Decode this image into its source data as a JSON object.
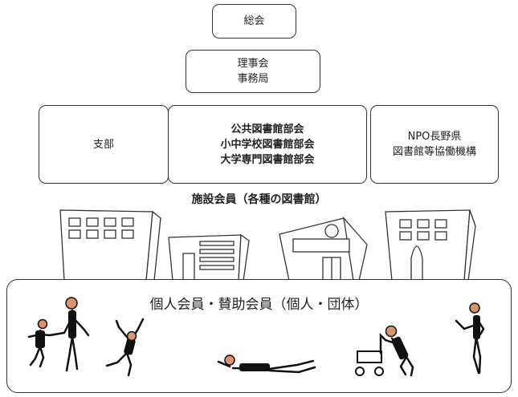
{
  "general_assembly": "総会",
  "board": {
    "line1": "理事会",
    "line2": "事務局"
  },
  "branch": "支部",
  "sections": [
    "公共図書館部会",
    "小中学校図書館部会",
    "大学専門図書館部会"
  ],
  "npo": {
    "line1": "NPO長野県",
    "line2": "図書館等協働機構"
  },
  "institutional_members": "施設会員（各種の図書館）",
  "individual_members": "個人会員・賛助会員（個人・団体）",
  "colors": {
    "skin": "#d9956b",
    "line": "#333333"
  }
}
